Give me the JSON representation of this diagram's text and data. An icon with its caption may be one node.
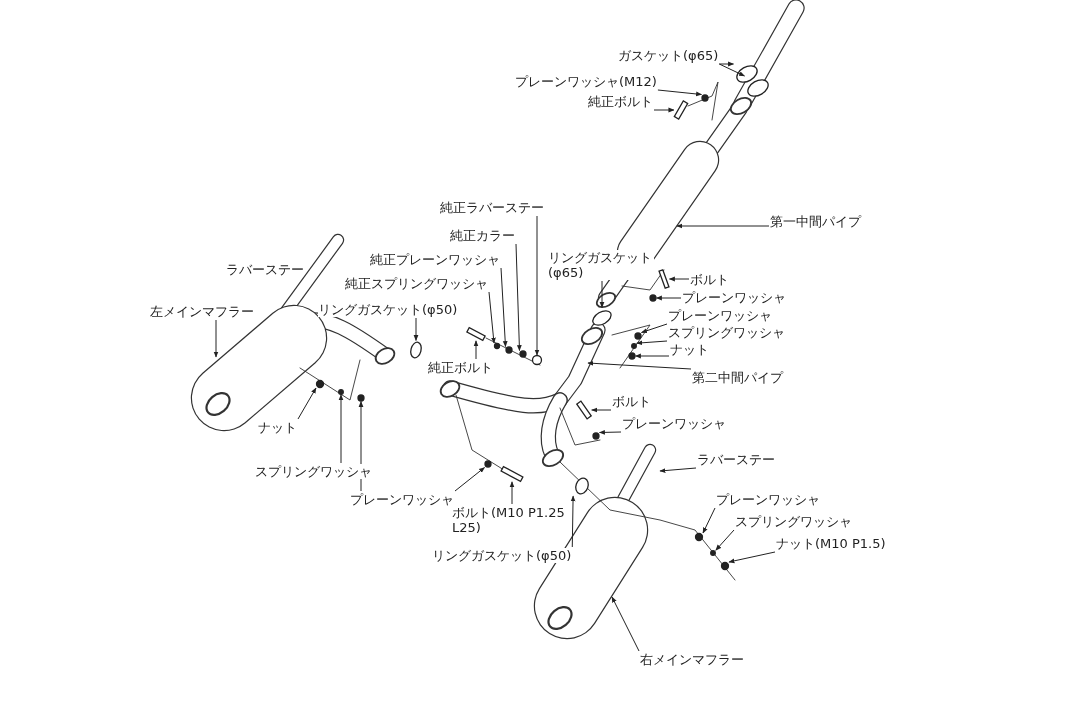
{
  "diagram": {
    "nodes": [
      {
        "text": [
          "ガスケット(φ65)"
        ]
      },
      {
        "text": [
          "プレーンワッシャ(M12)"
        ]
      },
      {
        "text": [
          "純正ボルト"
        ]
      },
      {
        "text": [
          "第一中間パイプ"
        ]
      },
      {
        "text": [
          "純正ラバーステー"
        ]
      },
      {
        "text": [
          "純正カラー"
        ]
      },
      {
        "text": [
          "純正プレーンワッシャ"
        ]
      },
      {
        "text": [
          "純正スプリングワッシャ"
        ]
      },
      {
        "text": [
          "リングガスケット(φ65)"
        ]
      },
      {
        "text": [
          "ボルト"
        ]
      },
      {
        "text": [
          "プレーンワッシャ"
        ]
      },
      {
        "text": [
          "プレーンワッシャ"
        ]
      },
      {
        "text": [
          "スプリングワッシャ"
        ]
      },
      {
        "text": [
          "ナット"
        ]
      },
      {
        "text": [
          "第二中間パイプ"
        ]
      },
      {
        "text": [
          "左メインマフラー"
        ]
      },
      {
        "text": [
          "リングガスケット(φ50)"
        ]
      },
      {
        "text": [
          "純正ボルト"
        ]
      },
      {
        "text": [
          "ナット"
        ]
      },
      {
        "text": [
          "スプリングワッシャ"
        ]
      },
      {
        "text": [
          "プレーンワッシャ"
        ]
      },
      {
        "text": [
          "ボルト(M10 P1.25 L25)"
        ]
      },
      {
        "text": [
          "リングガスケット(φ50)"
        ]
      },
      {
        "text": [
          "ボルト"
        ]
      },
      {
        "text": [
          "プレーンワッシャ"
        ]
      },
      {
        "text": [
          "ラバーステー"
        ]
      },
      {
        "text": [
          "プレーンワッシャ"
        ]
      },
      {
        "text": [
          "スプリングワッシャ"
        ]
      },
      {
        "text": [
          "ナット(M10 P1.5)"
        ]
      },
      {
        "text": [
          "右メインマフラー"
        ]
      },
      {
        "text": [],
        "shape": "circle"
      },
      {
        "text": [],
        "shape": "circle"
      },
      {
        "text": [],
        "shape": "circle"
      },
      {
        "text": [],
        "shape": "bar"
      },
      {
        "text": [],
        "shape": "circle"
      },
      {
        "text": [],
        "shape": "circle"
      },
      {
        "text": [],
        "shape": "circle"
      },
      {
        "text": [],
        "shape": "circle"
      },
      {
        "text": [],
        "shape": "circle"
      },
      {
        "text": [],
        "shape": "bar"
      },
      {
        "text": [],
        "shape": "circle"
      },
      {
        "text": [],
        "shape": "circle"
      },
      {
        "text": [],
        "shape": "circle"
      },
      {
        "text": [],
        "shape": "circle"
      },
      {
        "text": [],
        "shape": "circle"
      },
      {
        "text": [],
        "shape": "bar"
      },
      {
        "text": [],
        "shape": "circle"
      },
      {
        "text": [],
        "shape": "circle"
      },
      {
        "text": [],
        "shape": "circle"
      },
      {
        "text": [],
        "shape": "circle"
      },
      {
        "text": [],
        "shape": "bar"
      },
      {
        "text": [],
        "shape": "circle"
      },
      {
        "text": [],
        "shape": "bar"
      },
      {
        "text": [],
        "shape": "circle"
      },
      {
        "text": [],
        "shape": "circle"
      },
      {
        "text": [],
        "shape": "circle"
      },
      {
        "text": [],
        "shape": "circle"
      }
    ],
    "edges": [
      {
        "from": 0,
        "to": 30,
        "arrow": "to"
      },
      {
        "from": 0,
        "to": 31,
        "arrow": "to"
      },
      {
        "from": 1,
        "to": 32,
        "arrow": "to"
      },
      {
        "from": 2,
        "to": 33,
        "arrow": "to"
      },
      {
        "from": 3,
        "to": null,
        "arrow": "to"
      },
      {
        "from": 4,
        "to": 34,
        "arrow": "to"
      },
      {
        "from": 5,
        "to": 35,
        "arrow": "to"
      },
      {
        "from": 6,
        "to": 36,
        "arrow": "to"
      },
      {
        "from": 7,
        "to": 37,
        "arrow": "to"
      },
      {
        "from": 8,
        "to": 38,
        "arrow": "to"
      },
      {
        "from": 9,
        "to": 39,
        "arrow": "to"
      },
      {
        "from": 10,
        "to": 40,
        "arrow": "to"
      },
      {
        "from": 11,
        "to": 41,
        "arrow": "to"
      },
      {
        "from": 12,
        "to": 42,
        "arrow": "to"
      },
      {
        "from": 13,
        "to": 43,
        "arrow": "to"
      },
      {
        "from": 14,
        "to": null,
        "arrow": "to"
      },
      {
        "from": 15,
        "to": null,
        "arrow": "to"
      },
      {
        "from": 16,
        "to": 44,
        "arrow": "to"
      },
      {
        "from": 17,
        "to": 45,
        "arrow": "to"
      },
      {
        "from": 18,
        "to": 46,
        "arrow": "to"
      },
      {
        "from": 19,
        "to": 47,
        "arrow": "to"
      },
      {
        "from": 20,
        "to": 48,
        "arrow": "to"
      },
      {
        "from": 20,
        "to": 49,
        "arrow": "to"
      },
      {
        "from": 21,
        "to": 50,
        "arrow": "to"
      },
      {
        "from": 22,
        "to": 51,
        "arrow": "to"
      },
      {
        "from": 23,
        "to": 52,
        "arrow": "to"
      },
      {
        "from": 24,
        "to": 53,
        "arrow": "to"
      },
      {
        "from": 25,
        "to": null,
        "arrow": "to"
      },
      {
        "from": 26,
        "to": 54,
        "arrow": "to"
      },
      {
        "from": 27,
        "to": 55,
        "arrow": "to"
      },
      {
        "from": 28,
        "to": 56,
        "arrow": "to"
      },
      {
        "from": 29,
        "to": null,
        "arrow": "to"
      }
    ],
    "labels": [
      "ラバーステー"
    ]
  }
}
